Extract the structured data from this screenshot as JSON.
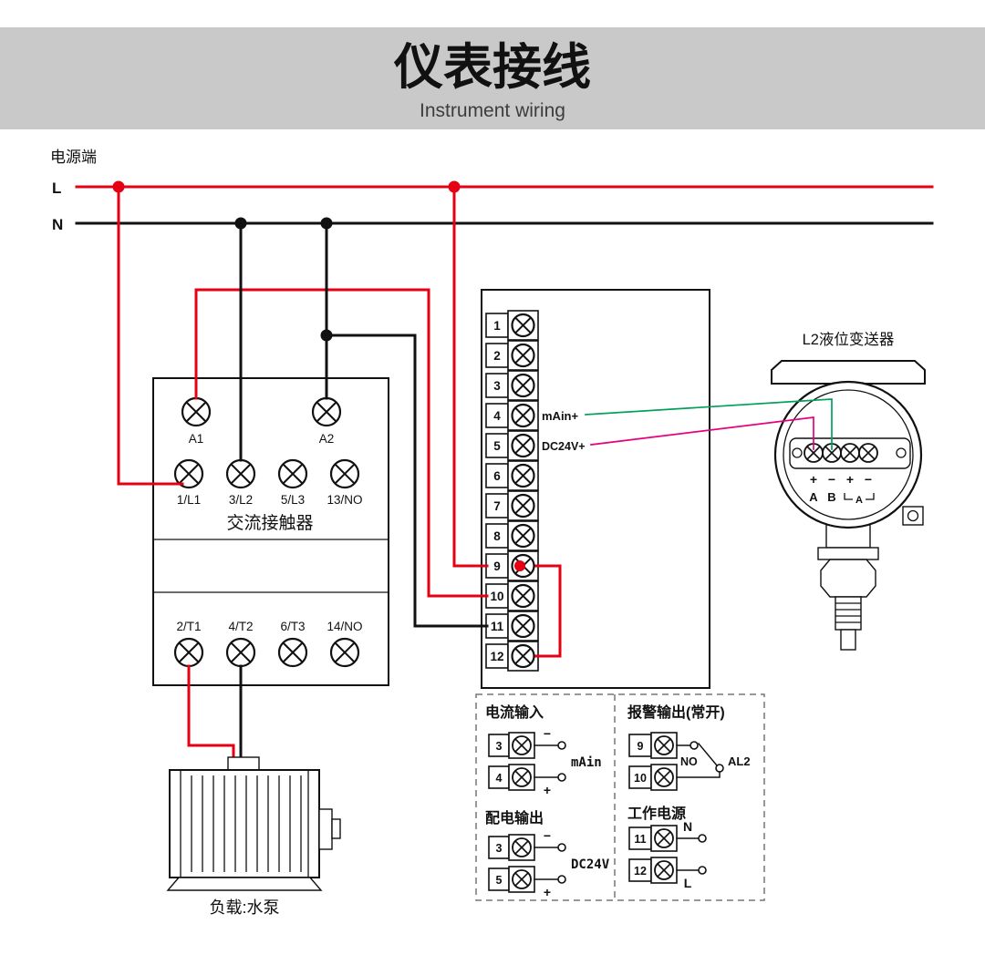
{
  "header": {
    "title": "仪表接线",
    "subtitle": "Instrument wiring"
  },
  "power": {
    "section_label": "电源端",
    "l_label": "L",
    "n_label": "N"
  },
  "contactor": {
    "name": "交流接触器",
    "coil_terminals": [
      "A1",
      "A2"
    ],
    "line_terminals": [
      "1/L1",
      "3/L2",
      "5/L3",
      "13/NO"
    ],
    "load_terminals": [
      "2/T1",
      "4/T2",
      "6/T3",
      "14/NO"
    ]
  },
  "instrument": {
    "terminals": [
      "1",
      "2",
      "3",
      "4",
      "5",
      "6",
      "7",
      "8",
      "9",
      "10",
      "11",
      "12"
    ],
    "terminal4_label": "mAin+",
    "terminal5_label": "DC24V+"
  },
  "transmitter": {
    "label": "L2液位变送器",
    "signs": [
      "+",
      "−",
      "+",
      "−"
    ],
    "wire_a": "A",
    "wire_b": "B",
    "bracket_label": "A"
  },
  "load": {
    "label": "负载:水泵"
  },
  "legend": {
    "current_input": {
      "title": "电流输入",
      "t_top": "3",
      "t_bottom": "4",
      "minus": "−",
      "plus": "+",
      "signal": "mAin"
    },
    "alarm_output": {
      "title": "报警输出(常开)",
      "t_top": "9",
      "t_bottom": "10",
      "contact": "NO",
      "name": "AL2"
    },
    "power_output": {
      "title": "配电输出",
      "t_top": "3",
      "t_bottom": "5",
      "minus": "−",
      "plus": "+",
      "signal": "DC24V"
    },
    "working_power": {
      "title": "工作电源",
      "t_top": "11",
      "t_bottom": "12",
      "n": "N",
      "l": "L"
    }
  },
  "colors": {
    "live": "#e60012",
    "neutral": "#111111",
    "signal_green": "#00a05c",
    "signal_magenta": "#e5007f",
    "banner": "#c9c9c9"
  }
}
